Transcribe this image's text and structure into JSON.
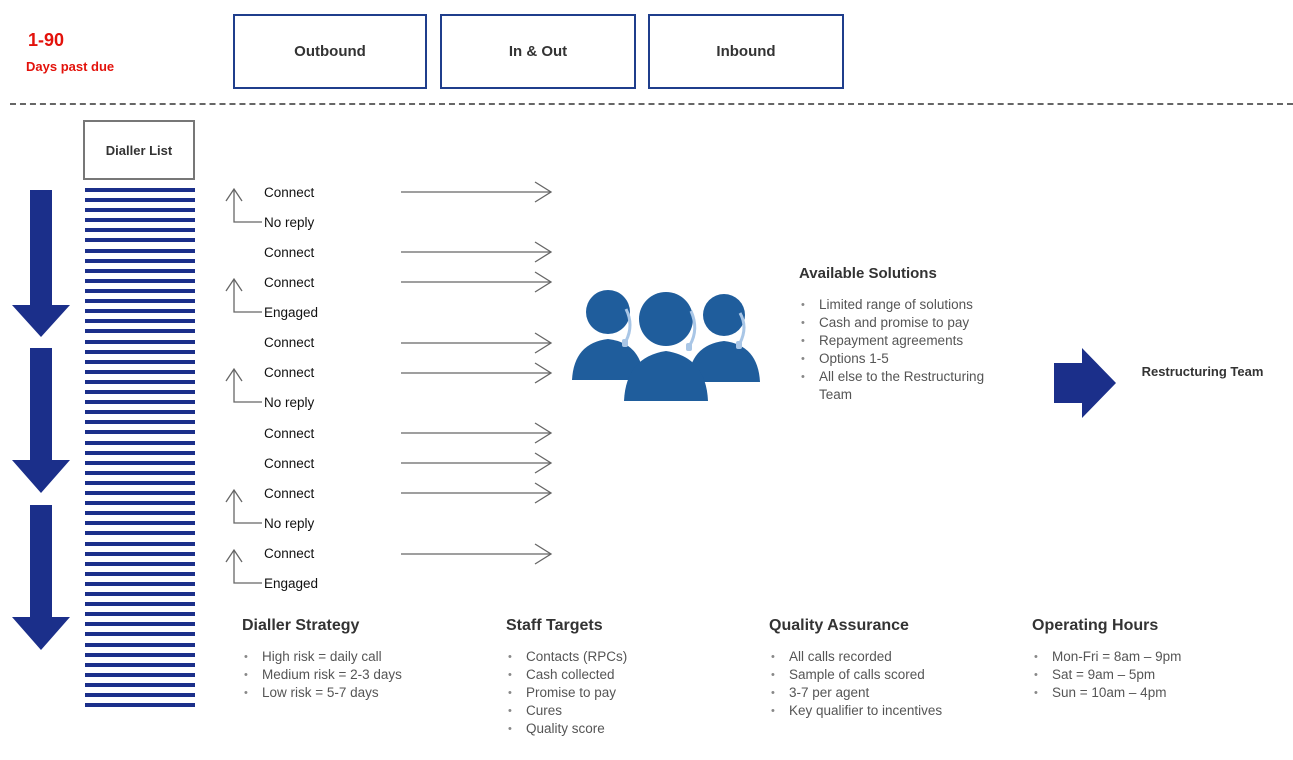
{
  "header": {
    "dpd_range": "1-90",
    "dpd_label": "Days past due",
    "channels": [
      "Outbound",
      "In & Out",
      "Inbound"
    ]
  },
  "dialler_list_label": "Dialler List",
  "call_outcomes": [
    "Connect",
    "No reply",
    "Connect",
    "Connect",
    "Engaged",
    "Connect",
    "Connect",
    "No reply",
    "Connect",
    "Connect",
    "Connect",
    "No reply",
    "Connect",
    "Engaged"
  ],
  "available_solutions": {
    "title": "Available Solutions",
    "items": [
      "Limited range of solutions",
      "Cash and promise to pay",
      "Repayment agreements",
      "Options 1-5",
      "All else to the Restructuring Team"
    ]
  },
  "restructuring_team": "Restructuring Team",
  "panels": [
    {
      "title": "Dialler Strategy",
      "items": [
        "High risk = daily call",
        "Medium risk = 2-3 days",
        "Low risk = 5-7 days"
      ]
    },
    {
      "title": "Staff Targets",
      "items": [
        "Contacts (RPCs)",
        "Cash collected",
        "Promise to pay",
        "Cures",
        "Quality score"
      ]
    },
    {
      "title": "Quality Assurance",
      "items": [
        "All calls recorded",
        "Sample of calls scored",
        "3-7 per agent",
        "Key qualifier to incentives"
      ]
    },
    {
      "title": "Operating Hours",
      "items": [
        "Mon-Fri = 8am – 9pm",
        "Sat = 9am – 5pm",
        "Sun = 10am – 4pm"
      ]
    }
  ],
  "colors": {
    "accent_red": "#e3120b",
    "navy": "#1b2f8a",
    "agent_blue": "#1f5d9c",
    "border_blue": "#1f3e8c"
  }
}
